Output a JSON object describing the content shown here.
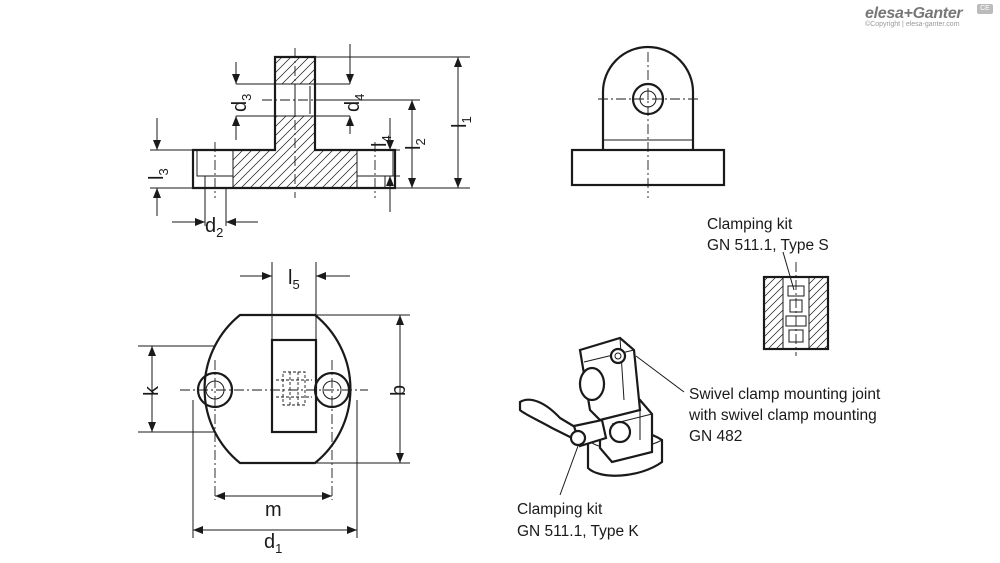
{
  "brand": {
    "name": "elesa+Ganter",
    "copyright": "©Copyright | elesa-ganter.com",
    "badge": "CE"
  },
  "dimensions": {
    "d3": {
      "main": "d",
      "sub": "3"
    },
    "d4": {
      "main": "d",
      "sub": "4"
    },
    "l1": {
      "main": "l",
      "sub": "1"
    },
    "l2": {
      "main": "l",
      "sub": "2"
    },
    "l3": {
      "main": "l",
      "sub": "3"
    },
    "l4": {
      "main": "l",
      "sub": "4"
    },
    "d2": {
      "main": "d",
      "sub": "2"
    },
    "l5": {
      "main": "l",
      "sub": "5"
    },
    "k": {
      "main": "k"
    },
    "b": {
      "main": "b"
    },
    "m": {
      "main": "m"
    },
    "d1": {
      "main": "d",
      "sub": "1"
    }
  },
  "callouts": {
    "kit_s": {
      "line1": "Clamping kit",
      "line2": "GN 511.1, Type S"
    },
    "swivel": {
      "line1": "Swivel  clamp mounting joint",
      "line2": "with swivel clamp mounting",
      "line3": "GN 482"
    },
    "kit_k": {
      "line1": "Clamping kit",
      "line2": "GN 511.1, Type K"
    }
  }
}
